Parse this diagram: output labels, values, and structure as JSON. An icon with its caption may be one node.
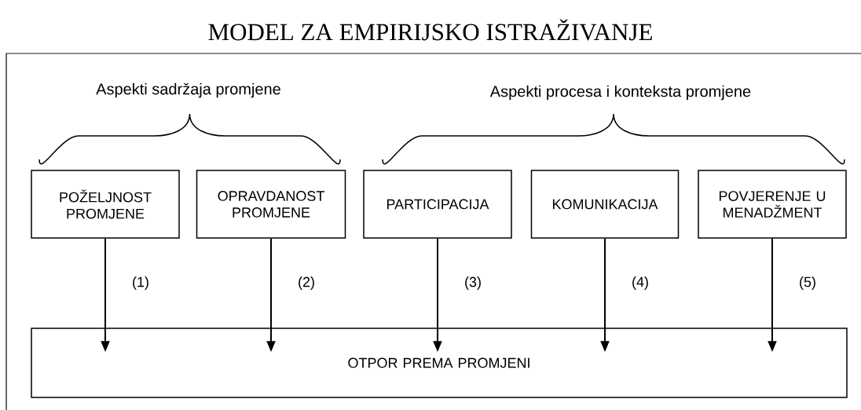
{
  "diagram": {
    "title": "MODEL ZA EMPIRIJSKO ISTRAŽIVANJE",
    "nodes": [
      {
        "text": [
          "POŽELJNOST PROMJENE"
        ]
      },
      {
        "text": [
          "OPRAVDANOST PROMJENE"
        ]
      },
      {
        "text": [
          "PARTICIPACIJA"
        ]
      },
      {
        "text": [
          "KOMUNIKACIJA"
        ]
      },
      {
        "text": [
          "POVJERENJE U MENADŽMENT"
        ]
      },
      {
        "text": [
          "OTPOR PREMA PROMJENI"
        ]
      }
    ],
    "edges": [
      {
        "from": 0,
        "to": 5,
        "arrow": "to",
        "label": "(1)"
      },
      {
        "from": 1,
        "to": 5,
        "arrow": "to",
        "label": "(2)"
      },
      {
        "from": 2,
        "to": 5,
        "arrow": "to",
        "label": "(3)"
      },
      {
        "from": 3,
        "to": 5,
        "arrow": "to",
        "label": "(4)"
      },
      {
        "from": 4,
        "to": 5,
        "arrow": "to",
        "label": "(5)"
      }
    ],
    "labels": [
      "Aspekti sadržaja promjene",
      "Aspekti procesa i konteksta promjene"
    ]
  }
}
